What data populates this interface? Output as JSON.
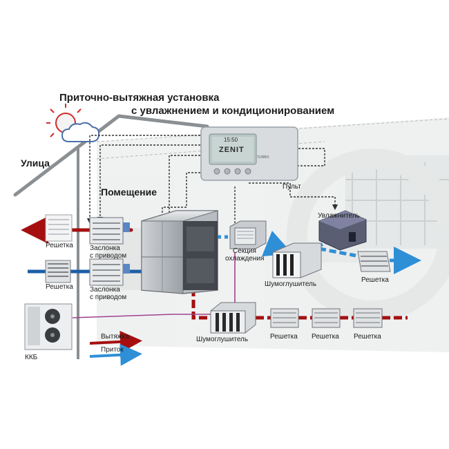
{
  "title": {
    "line1": "Приточно-вытяжная установка",
    "line2": "с увлажнением и кондиционированием"
  },
  "labels": {
    "street": "Улица",
    "room": "Помещение",
    "remote": "Пульт",
    "humidifier": "Увлажнитель",
    "cooling_line1": "Секция",
    "cooling_line2": "охлаждения",
    "silencer_top": "Шумоглушитель",
    "silencer_bottom": "Шумоглушитель",
    "grille_exhaust": "Решетка",
    "grille_intake": "Решетка",
    "grille_supply_right": "Решетка",
    "grille_row_1": "Решетка",
    "grille_row_2": "Решетка",
    "grille_row_3": "Решетка",
    "damper_top_line1": "Заслонка",
    "damper_top_line2": "с приводом",
    "damper_bottom_line1": "Заслонка",
    "damper_bottom_line2": "с приводом",
    "condensing_unit": "ККБ"
  },
  "legend": {
    "exhaust": "Вытяжка",
    "supply": "Приток"
  },
  "controller": {
    "time": "15:50",
    "brand": "ZENIT",
    "model": "TURBO"
  },
  "colors": {
    "exhaust": "#a50f0f",
    "supply": "#1d5fa8",
    "supply_light": "#2f8fd6",
    "signal": "#a0428f",
    "control_line": "#333333"
  },
  "icons": {
    "weather": "sun-cloud-icon"
  }
}
